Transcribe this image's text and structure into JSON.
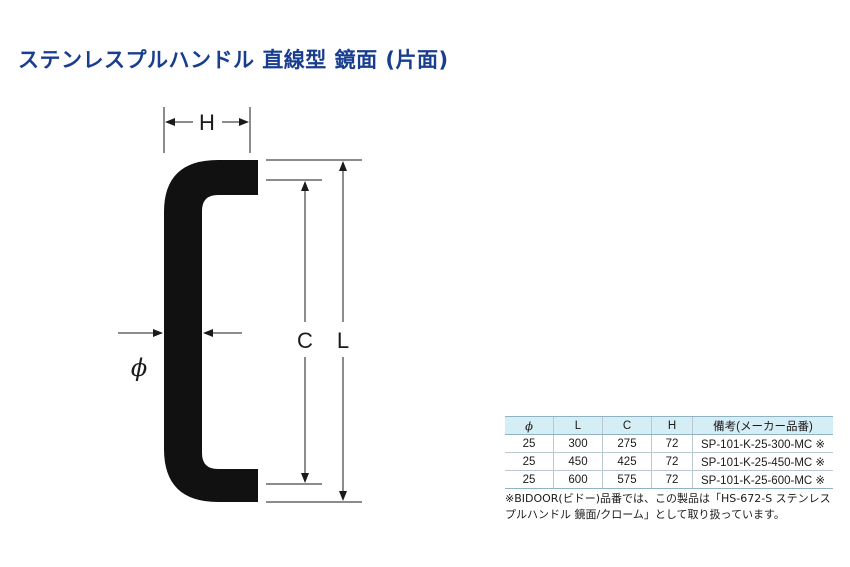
{
  "title": "ステンレスプルハンドル 直線型 鏡面 (片面)",
  "colors": {
    "title": "#1a3e8f",
    "handle": "#111111",
    "table_header_bg": "#d5edf4"
  },
  "diagram": {
    "label_H": "H",
    "label_C": "C",
    "label_L": "L",
    "label_phi": "ϕ"
  },
  "table": {
    "headers": [
      "ϕ",
      "L",
      "C",
      "H",
      "備考(メーカー品番)"
    ],
    "rows": [
      [
        "25",
        "300",
        "275",
        "72",
        "SP-101-K-25-300-MC ※"
      ],
      [
        "25",
        "450",
        "425",
        "72",
        "SP-101-K-25-450-MC ※"
      ],
      [
        "25",
        "600",
        "575",
        "72",
        "SP-101-K-25-600-MC ※"
      ]
    ]
  },
  "footnote": "※BIDOOR(ビドー)品番では、この製品は「HS-672-S ステンレスプルハンドル 鏡面/クローム」として取り扱っています。"
}
